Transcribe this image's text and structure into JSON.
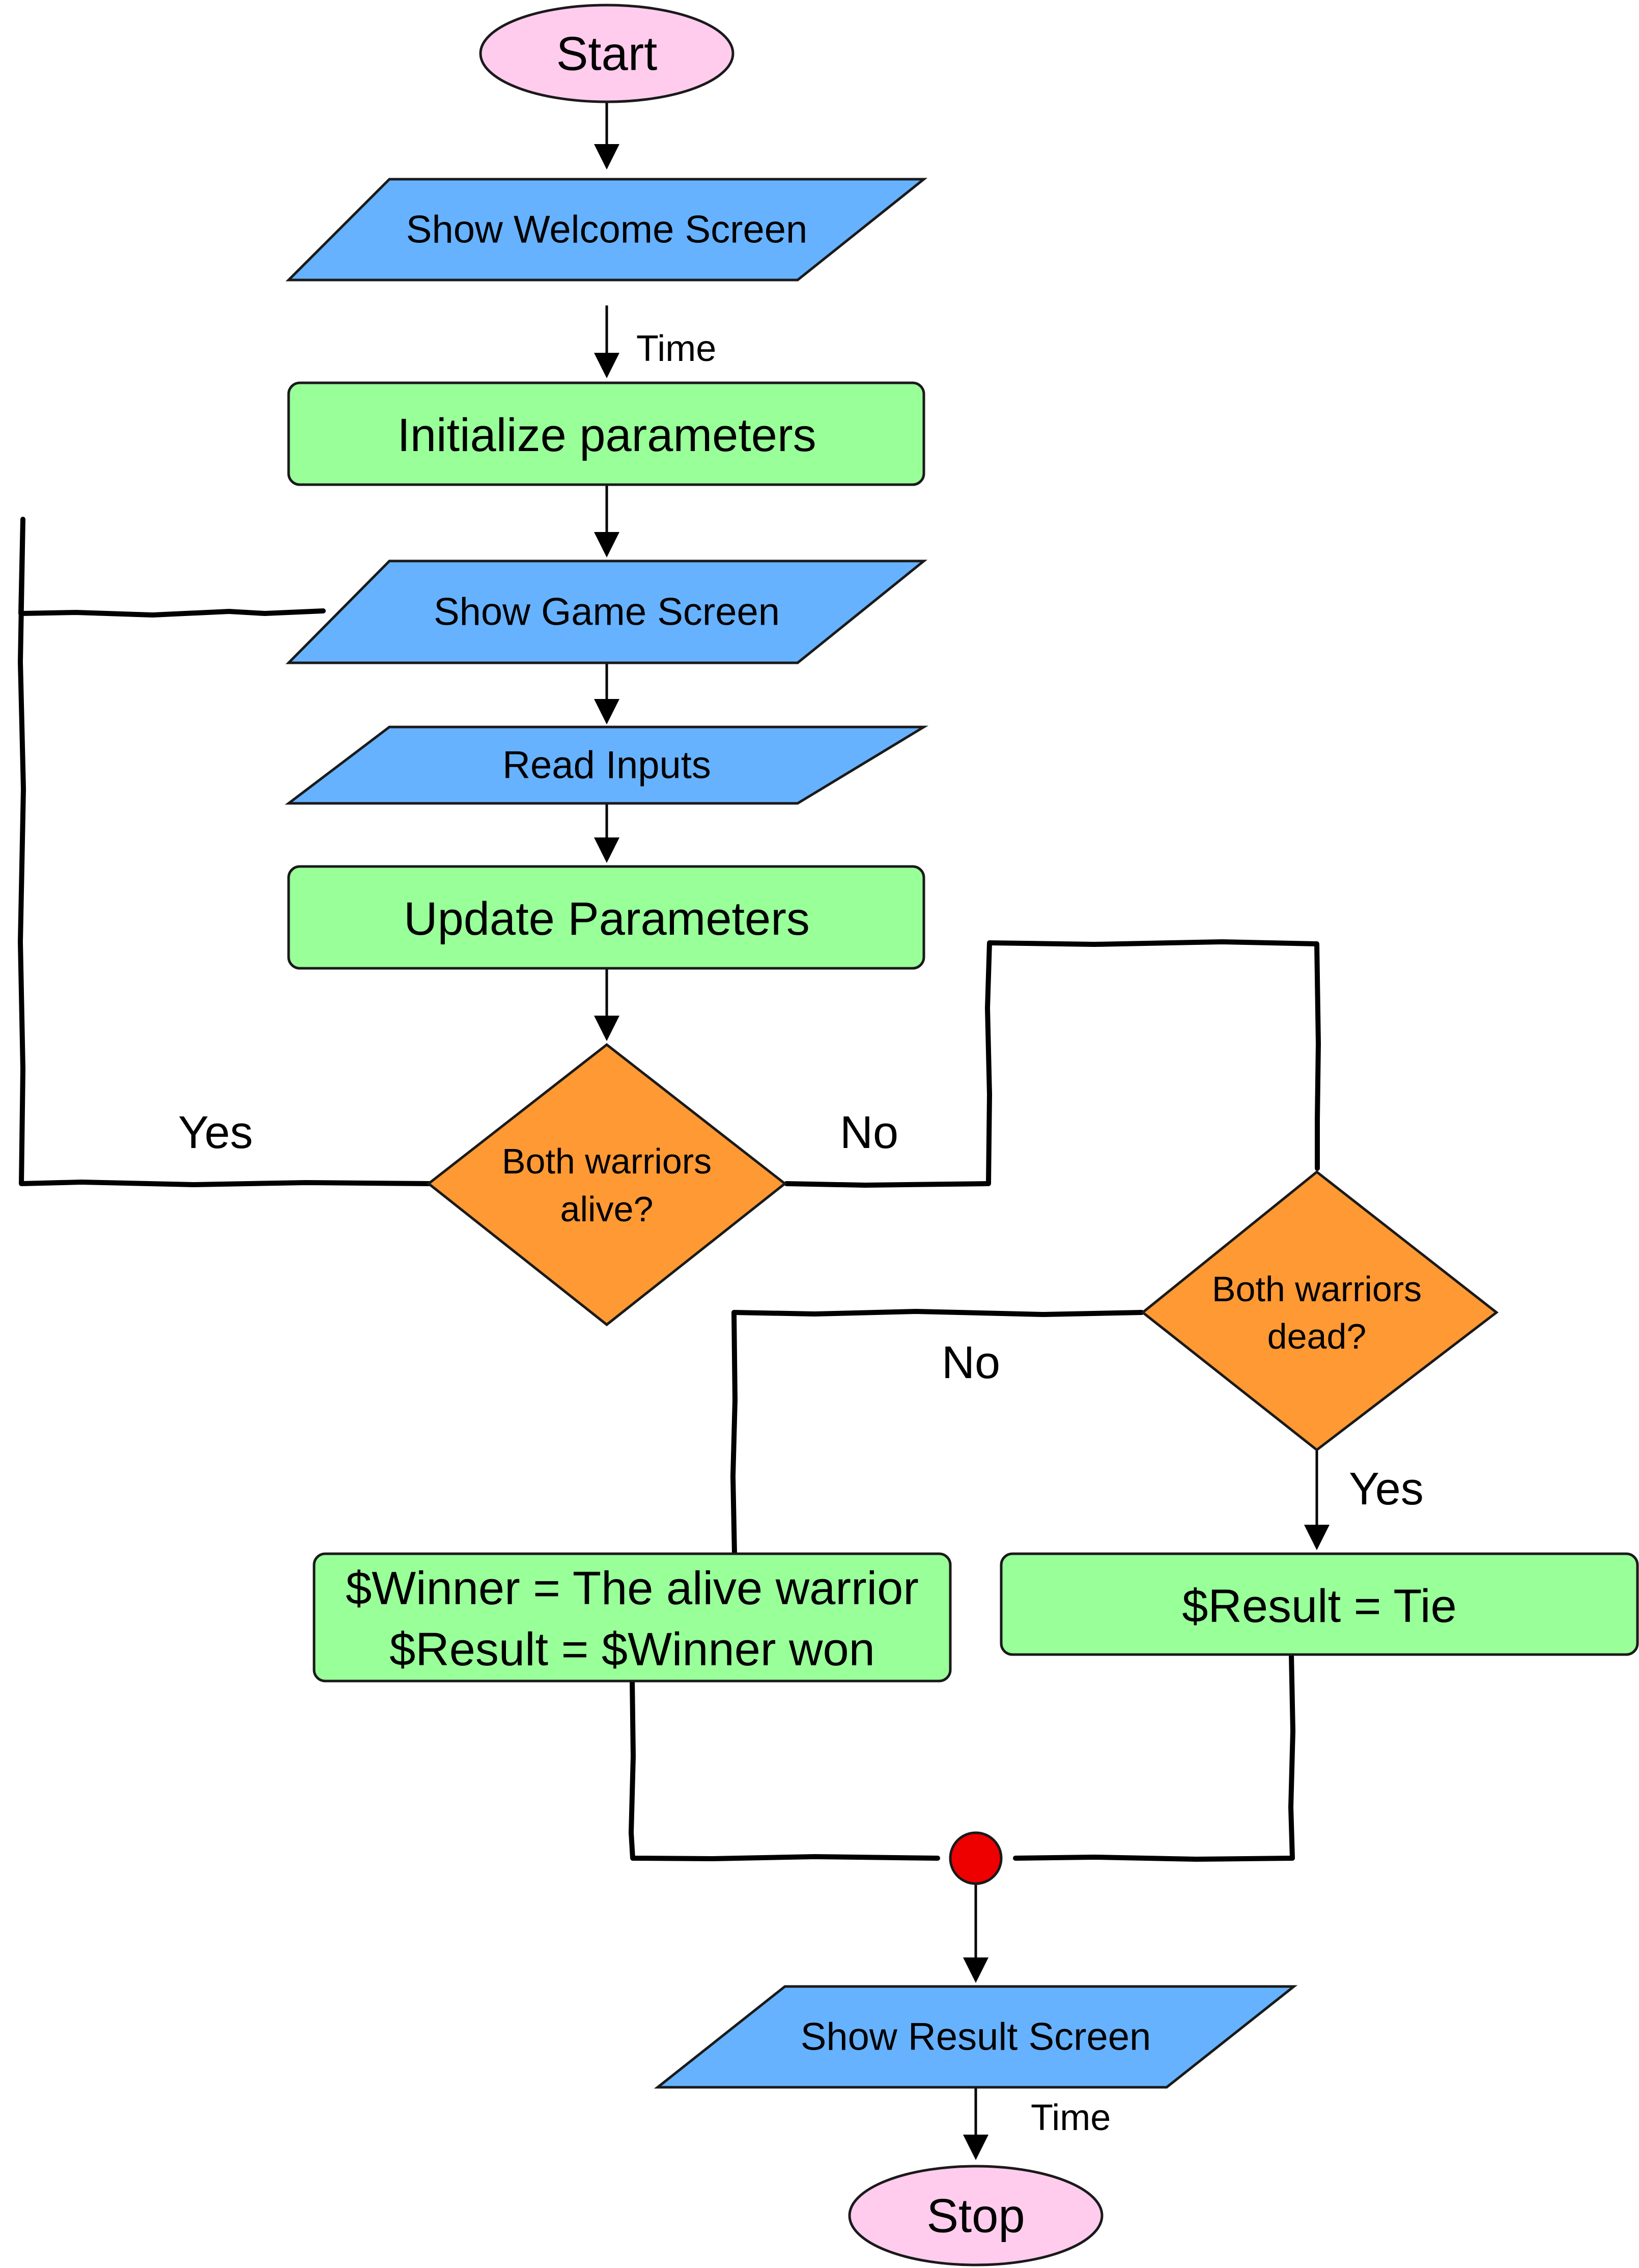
{
  "colors": {
    "terminal": "#ffccee",
    "io": "#66b2ff",
    "process": "#99ff99",
    "decision": "#ff9933",
    "junction": "#ee0000"
  },
  "nodes": {
    "start": "Start",
    "welcome": "Show Welcome Screen",
    "init": "Initialize parameters",
    "game": "Show Game Screen",
    "read": "Read Inputs",
    "update": "Update Parameters",
    "alive_l1": "Both warriors",
    "alive_l2": "alive?",
    "dead_l1": "Both warriors",
    "dead_l2": "dead?",
    "winner_l1": "$Winner = The alive warrior",
    "winner_l2": "$Result = $Winner won",
    "tie": "$Result = Tie",
    "result": "Show Result Screen",
    "stop": "Stop"
  },
  "edges": {
    "time_top": "Time",
    "alive_yes": "Yes",
    "alive_no": "No",
    "dead_no": "No",
    "dead_yes": "Yes",
    "time_bottom": "Time"
  }
}
